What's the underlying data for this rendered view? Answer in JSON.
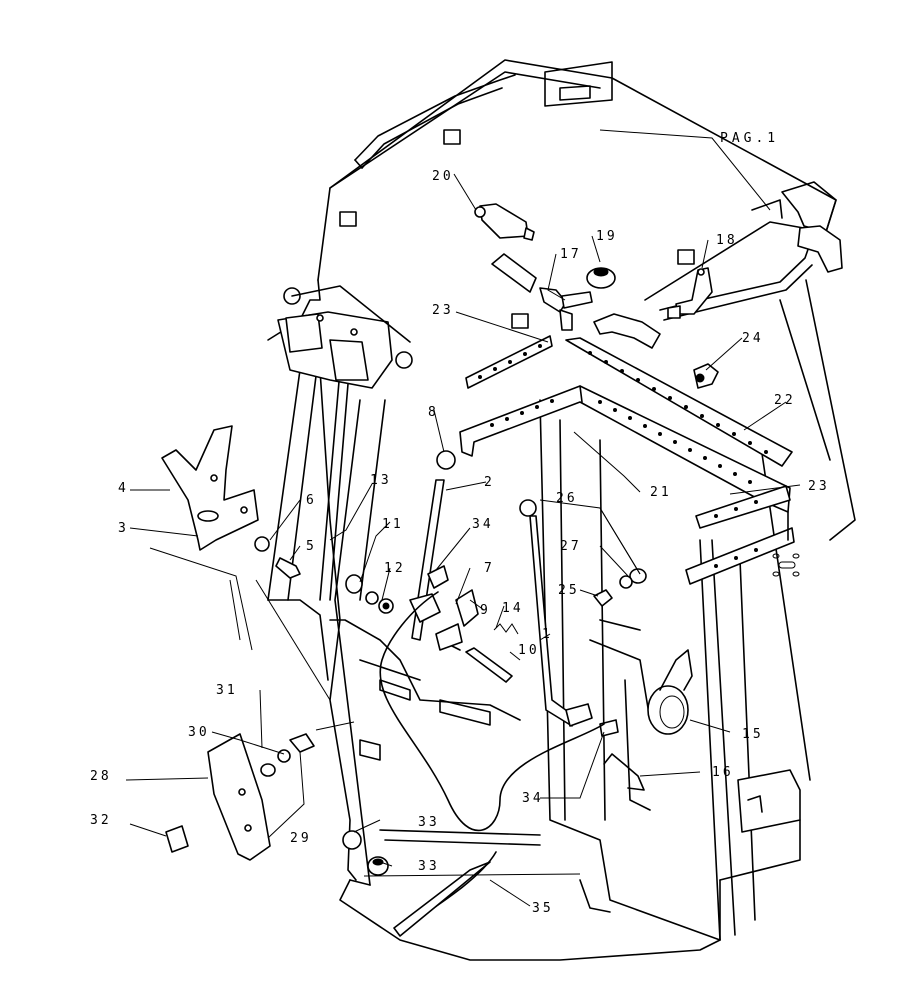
{
  "diagram": {
    "page_reference": "PAG.1",
    "callouts": [
      {
        "id": "c20",
        "text": "20"
      },
      {
        "id": "c19",
        "text": "19"
      },
      {
        "id": "c17",
        "text": "17"
      },
      {
        "id": "c18",
        "text": "18"
      },
      {
        "id": "c23a",
        "text": "23"
      },
      {
        "id": "c24",
        "text": "24"
      },
      {
        "id": "c22",
        "text": "22"
      },
      {
        "id": "c8",
        "text": "8"
      },
      {
        "id": "c2",
        "text": "2"
      },
      {
        "id": "c4",
        "text": "4"
      },
      {
        "id": "c13",
        "text": "13"
      },
      {
        "id": "c6",
        "text": "6"
      },
      {
        "id": "c21",
        "text": "21"
      },
      {
        "id": "c23b",
        "text": "23"
      },
      {
        "id": "c26",
        "text": "26"
      },
      {
        "id": "c3",
        "text": "3"
      },
      {
        "id": "c11",
        "text": "11"
      },
      {
        "id": "c34a",
        "text": "34"
      },
      {
        "id": "c5",
        "text": "5"
      },
      {
        "id": "c27",
        "text": "27"
      },
      {
        "id": "c12",
        "text": "12"
      },
      {
        "id": "c7",
        "text": "7"
      },
      {
        "id": "c25",
        "text": "25"
      },
      {
        "id": "c9",
        "text": "9"
      },
      {
        "id": "c14",
        "text": "14"
      },
      {
        "id": "c10",
        "text": "10"
      },
      {
        "id": "c1",
        "text": "1"
      },
      {
        "id": "c31",
        "text": "31"
      },
      {
        "id": "c30",
        "text": "30"
      },
      {
        "id": "c15",
        "text": "15"
      },
      {
        "id": "c16",
        "text": "16"
      },
      {
        "id": "c28",
        "text": "28"
      },
      {
        "id": "c34b",
        "text": "34"
      },
      {
        "id": "c32",
        "text": "32"
      },
      {
        "id": "c33a",
        "text": "33"
      },
      {
        "id": "c29",
        "text": "29"
      },
      {
        "id": "c33b",
        "text": "33"
      },
      {
        "id": "c35",
        "text": "35"
      }
    ]
  }
}
